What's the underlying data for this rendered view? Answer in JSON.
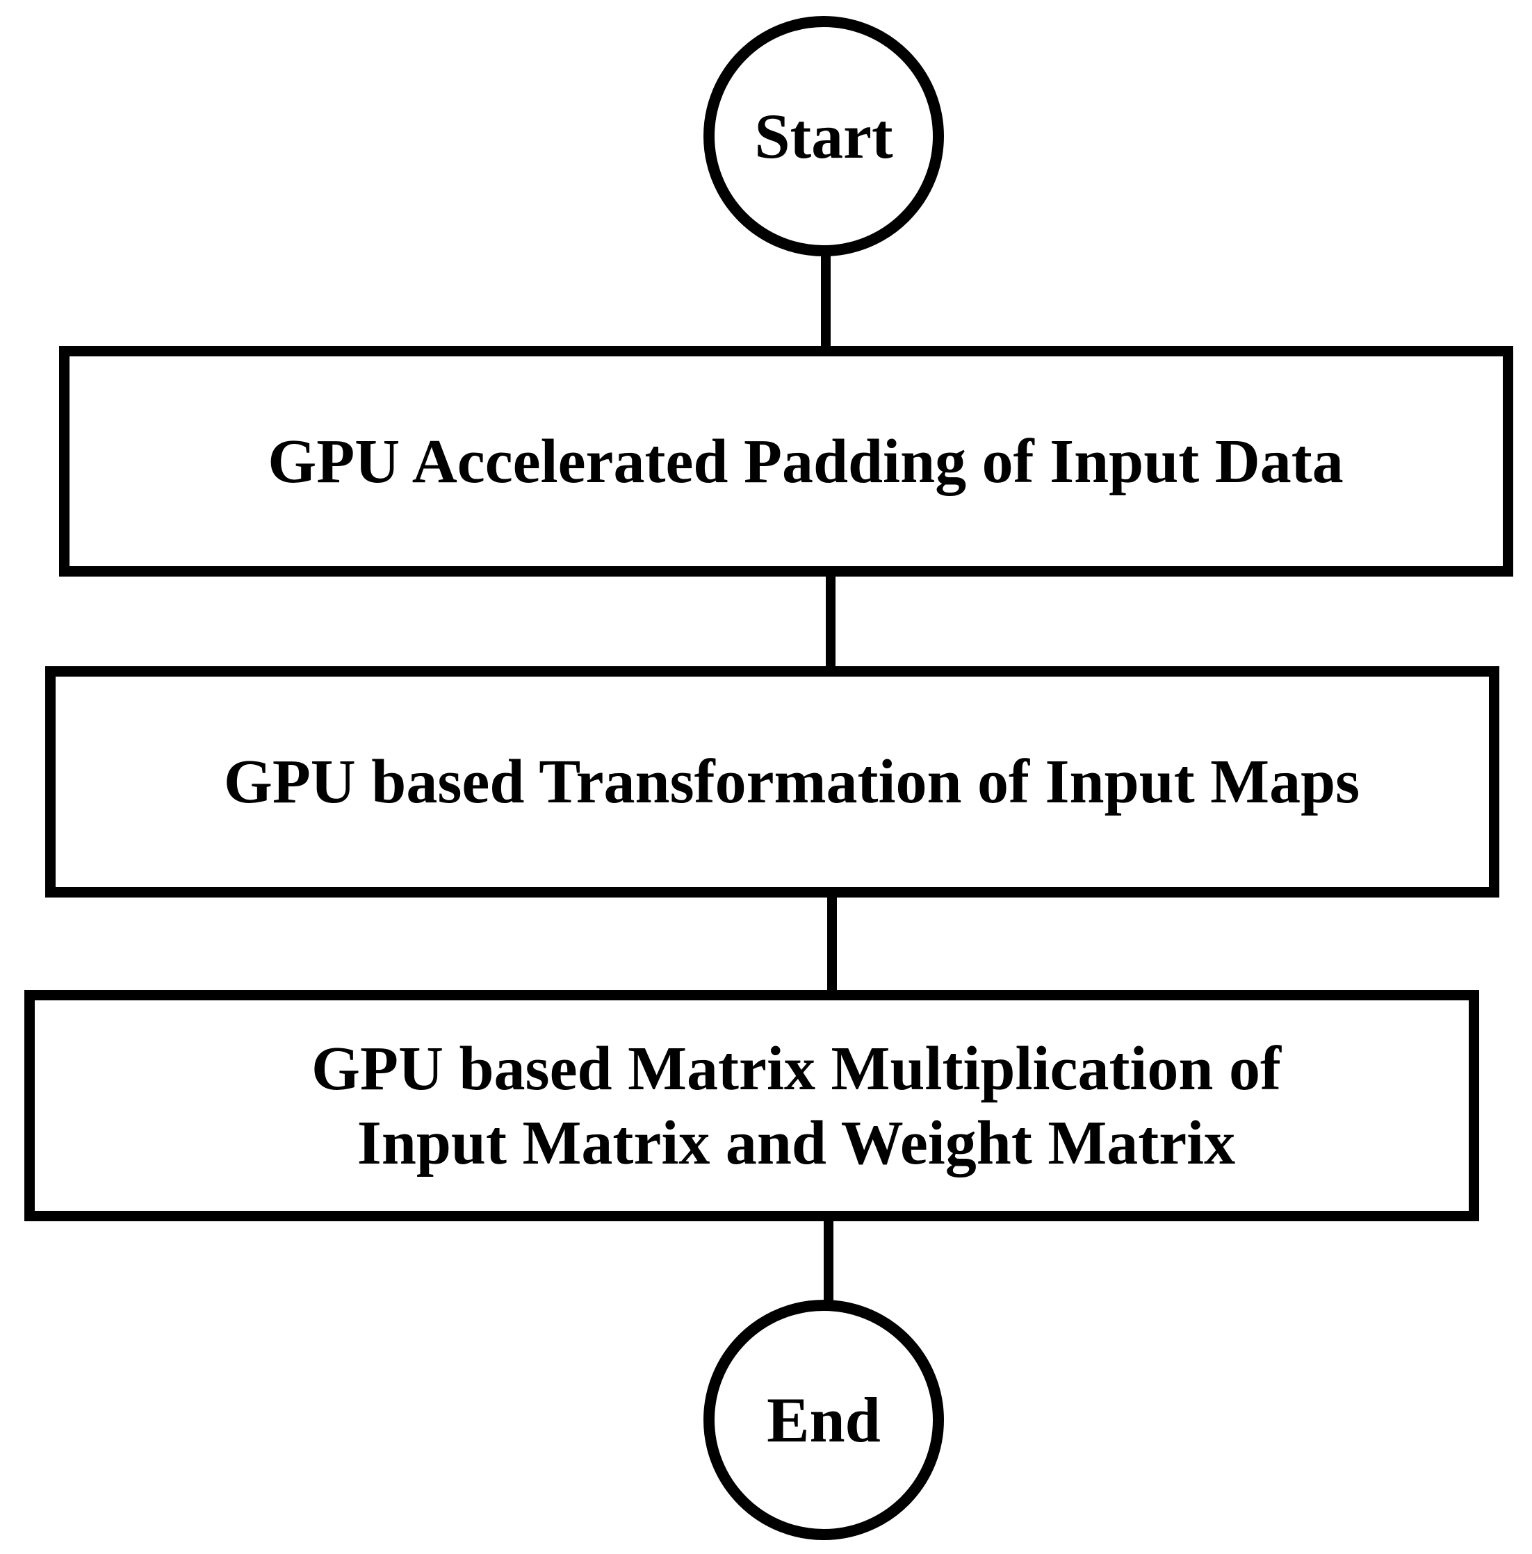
{
  "colors": {
    "background": "#ffffff",
    "stroke": "#000000",
    "text": "#000000"
  },
  "flowchart": {
    "start": {
      "type": "terminal",
      "label": "Start"
    },
    "steps": [
      {
        "type": "process",
        "lines": [
          "GPU Accelerated Padding of Input Data"
        ]
      },
      {
        "type": "process",
        "lines": [
          "GPU based Transformation of Input Maps"
        ]
      },
      {
        "type": "process",
        "lines": [
          "GPU based Matrix Multiplication of",
          "Input Matrix and Weight Matrix"
        ]
      }
    ],
    "end": {
      "type": "terminal",
      "label": "End"
    }
  }
}
